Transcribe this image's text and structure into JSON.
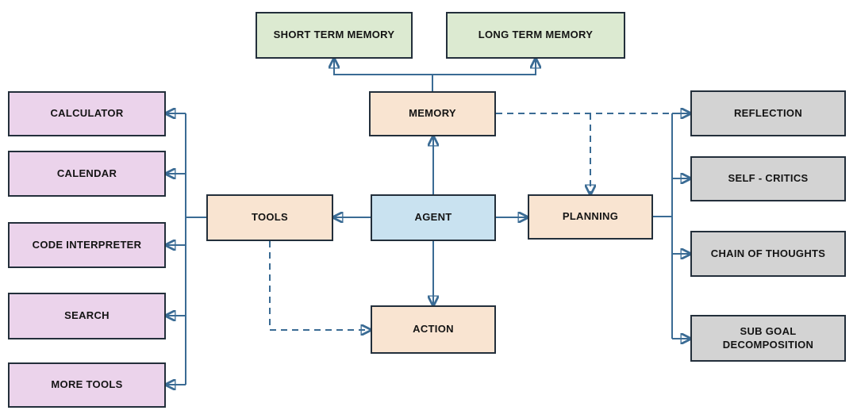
{
  "diagram": {
    "type": "flowchart",
    "subject": "AI agent architecture overview",
    "colors": {
      "node_border": "#232f3b",
      "connector": "#3a6b94",
      "memory_fill": "#dcead1",
      "core_fill": "#f9e4d1",
      "agent_fill": "#c9e2f0",
      "tool_fill": "#ebd3eb",
      "planning_fill": "#d3d3d3",
      "label_color": "#141414"
    },
    "nodes": {
      "agent": {
        "label": "AGENT"
      },
      "memory": {
        "label": "MEMORY"
      },
      "tools": {
        "label": "TOOLS"
      },
      "planning": {
        "label": "PLANNING"
      },
      "action": {
        "label": "ACTION"
      },
      "short_term_memory": {
        "label": "SHORT TERM MEMORY"
      },
      "long_term_memory": {
        "label": "LONG TERM MEMORY"
      },
      "calculator": {
        "label": "CALCULATOR"
      },
      "calendar": {
        "label": "CALENDAR"
      },
      "code_interpreter": {
        "label": "CODE INTERPRETER"
      },
      "search": {
        "label": "SEARCH"
      },
      "more_tools": {
        "label": "MORE TOOLS"
      },
      "reflection": {
        "label": "REFLECTION"
      },
      "self_critics": {
        "label": "SELF - CRITICS"
      },
      "chain_of_thoughts": {
        "label": "CHAIN OF THOUGHTS"
      },
      "sub_goal_decomposition": {
        "label": "SUB GOAL DECOMPOSITION"
      }
    },
    "edges": [
      {
        "from": "MEMORY",
        "to": "SHORT TERM MEMORY",
        "style": "solid",
        "arrow": true
      },
      {
        "from": "MEMORY",
        "to": "LONG TERM MEMORY",
        "style": "solid",
        "arrow": true
      },
      {
        "from": "AGENT",
        "to": "MEMORY",
        "style": "solid",
        "arrow": true
      },
      {
        "from": "AGENT",
        "to": "TOOLS",
        "style": "solid",
        "arrow": true
      },
      {
        "from": "AGENT",
        "to": "PLANNING",
        "style": "solid",
        "arrow": true
      },
      {
        "from": "AGENT",
        "to": "ACTION",
        "style": "solid",
        "arrow": true
      },
      {
        "from": "TOOLS",
        "to": "CALCULATOR",
        "style": "solid",
        "arrow": true
      },
      {
        "from": "TOOLS",
        "to": "CALENDAR",
        "style": "solid",
        "arrow": true
      },
      {
        "from": "TOOLS",
        "to": "CODE INTERPRETER",
        "style": "solid",
        "arrow": true
      },
      {
        "from": "TOOLS",
        "to": "SEARCH",
        "style": "solid",
        "arrow": true
      },
      {
        "from": "TOOLS",
        "to": "MORE TOOLS",
        "style": "solid",
        "arrow": true
      },
      {
        "from": "TOOLS",
        "to": "ACTION",
        "style": "dashed",
        "arrow": true
      },
      {
        "from": "MEMORY",
        "to": "PLANNING",
        "style": "dashed",
        "arrow": true
      },
      {
        "from": "MEMORY",
        "to": "REFLECTION",
        "style": "dashed",
        "arrow": true
      },
      {
        "from": "PLANNING",
        "to": "REFLECTION",
        "style": "solid",
        "arrow": true
      },
      {
        "from": "PLANNING",
        "to": "SELF - CRITICS",
        "style": "solid",
        "arrow": true
      },
      {
        "from": "PLANNING",
        "to": "CHAIN OF THOUGHTS",
        "style": "solid",
        "arrow": true
      },
      {
        "from": "PLANNING",
        "to": "SUB GOAL DECOMPOSITION",
        "style": "solid",
        "arrow": true
      }
    ]
  }
}
